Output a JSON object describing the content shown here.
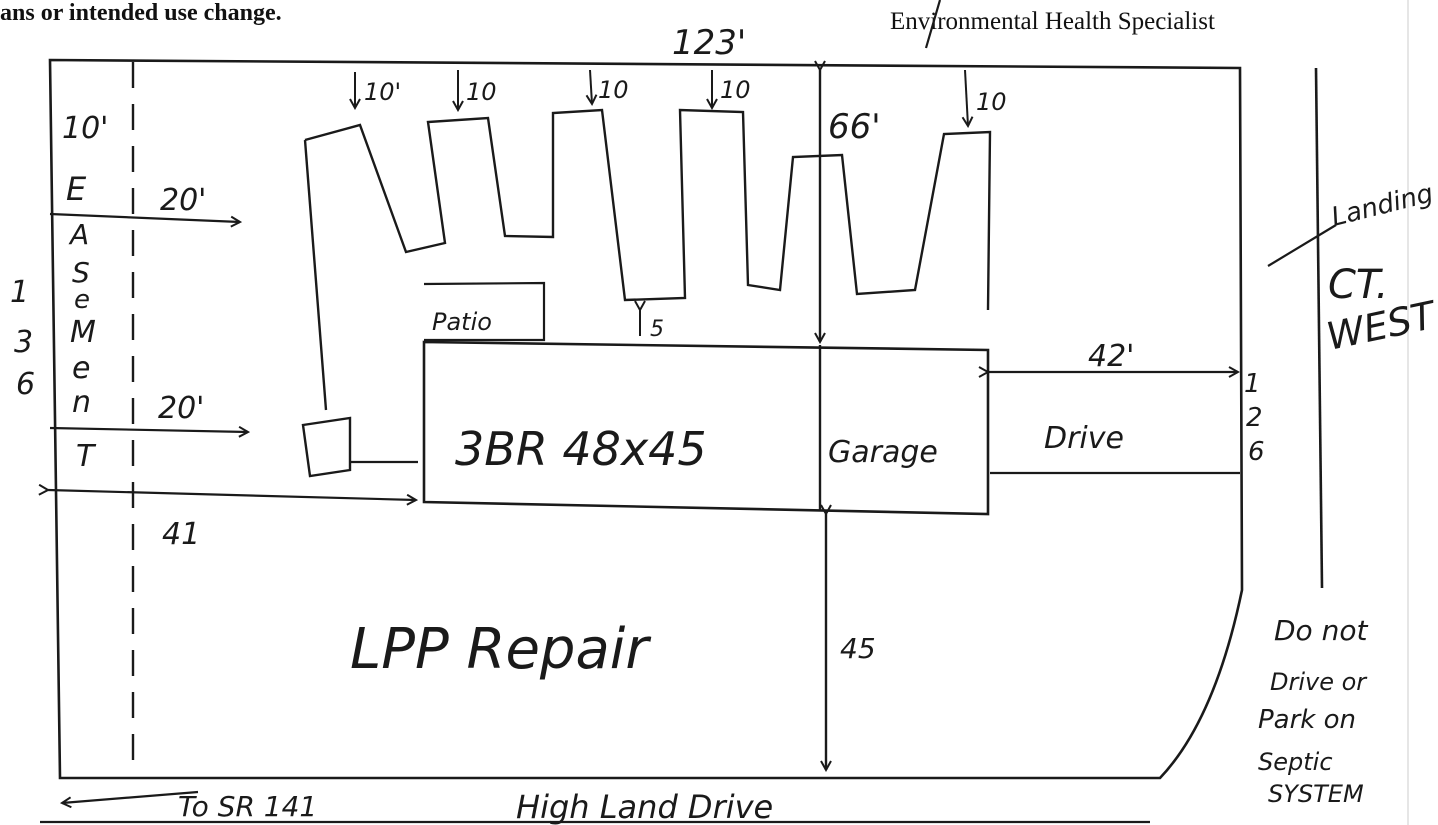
{
  "header": {
    "left_text": "ans or intended use change.",
    "right_text": "Environmental Health Specialist"
  },
  "plan": {
    "top_dimension": "123'",
    "left_dimension_digits": [
      "1",
      "3",
      "6"
    ],
    "right_dimension_digits": [
      "1",
      "2",
      "6"
    ],
    "easement_letters": [
      "10'",
      "E",
      "A",
      "S",
      "e",
      "M",
      "e",
      "n",
      "T"
    ],
    "setback_upper": "20'",
    "setback_lower": "20'",
    "setback_bottom": "41",
    "field_setback_labels": [
      "10'",
      "10",
      "10",
      "10",
      "10"
    ],
    "house_depth": "66'",
    "house_label": "3BR 48x45",
    "garage_label": "Garage",
    "patio_label": "Patio",
    "patio_gap": "5",
    "drive_label": "Drive",
    "drive_width": "42'",
    "repair_label": "LPP Repair",
    "repair_depth": "45",
    "road_label": "High Land Drive",
    "road_direction": "To SR 141",
    "street_label_lines": [
      "Landing",
      "CT.",
      "WEST"
    ],
    "warning_lines": [
      "Do not",
      "Drive or",
      "Park on",
      "Septic",
      "SYSTEM"
    ]
  }
}
